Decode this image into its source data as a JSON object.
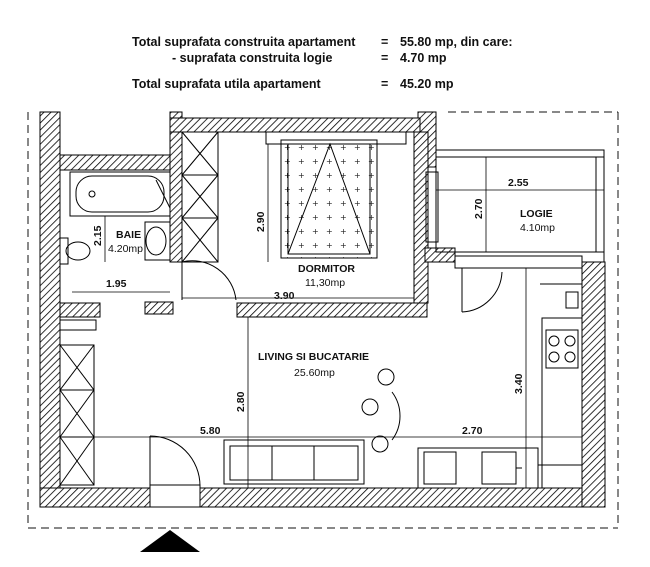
{
  "summary": {
    "row1_label": "Total suprafata construita apartament",
    "row1_eq": "=",
    "row1_value": "55.80 mp, din care:",
    "row2_label": "- suprafata construita logie",
    "row2_eq": "=",
    "row2_value": "4.70 mp",
    "row3_label": "Total suprafata utila apartament",
    "row3_eq": "=",
    "row3_value": "45.20 mp"
  },
  "rooms": {
    "baie_name": "BAIE",
    "baie_area": "4.20mp",
    "dormitor_name": "DORMITOR",
    "dormitor_area": "11,30mp",
    "living_name": "LIVING SI BUCATARIE",
    "living_area": "25.60mp",
    "logie_name": "LOGIE",
    "logie_area": "4.10mp"
  },
  "dimensions": {
    "d_2_15": "2.15",
    "d_1_95": "1.95",
    "d_2_90": "2.90",
    "d_3_90": "3.90",
    "d_2_55": "2.55",
    "d_2_70_v": "2.70",
    "d_2_80": "2.80",
    "d_5_80": "5.80",
    "d_2_70_h": "2.70",
    "d_3_40": "3.40"
  }
}
